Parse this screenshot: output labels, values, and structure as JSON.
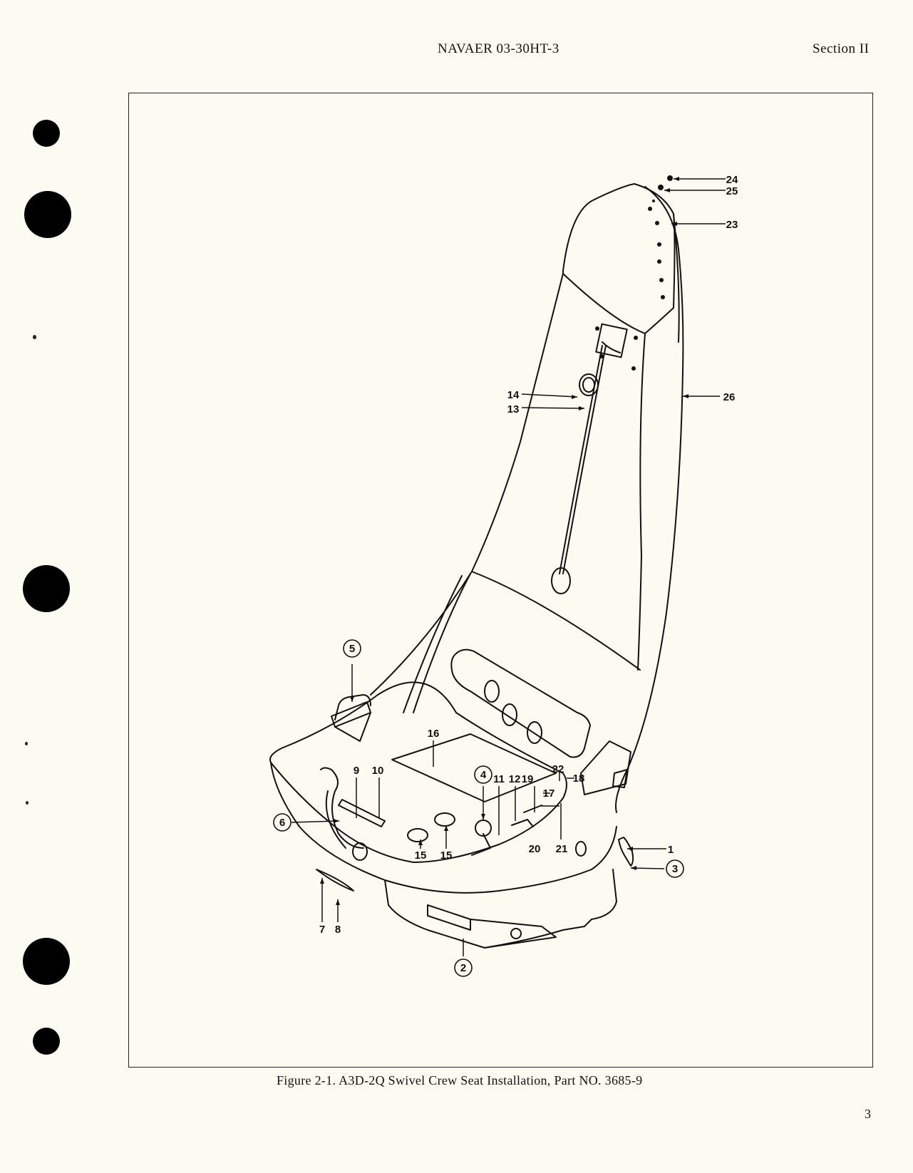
{
  "header": {
    "doc_number": "NAVAER 03-30HT-3",
    "section": "Section II"
  },
  "figure": {
    "caption": "Figure 2-1.  A3D-2Q Swivel Crew Seat Installation, Part NO. 3685-9",
    "callouts": {
      "c1": "1",
      "c2": "2",
      "c3": "3",
      "c4": "4",
      "c5": "5",
      "c6": "6",
      "c7": "7",
      "c8": "8",
      "c9": "9",
      "c10": "10",
      "c11": "11",
      "c12": "12",
      "c13": "13",
      "c14": "14",
      "c15a": "15",
      "c15b": "15",
      "c16": "16",
      "c17": "17",
      "c18": "18",
      "c19": "19",
      "c20": "20",
      "c21": "21",
      "c22": "22",
      "c23": "23",
      "c24": "24",
      "c25": "25",
      "c26": "26"
    }
  },
  "page_number": "3"
}
